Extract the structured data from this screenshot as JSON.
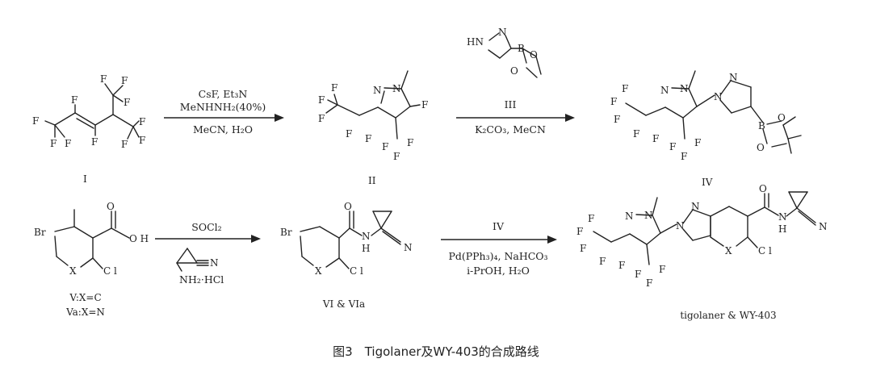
{
  "figure": {
    "caption": "图3　Tigolaner及WY-403的合成路线"
  },
  "compounds": {
    "I": "I",
    "II": "II",
    "IV": "IV",
    "V_line1": "V:X=C",
    "V_line2": "Va:X=N",
    "VI": "VI & VIa",
    "final": "tigolaner & WY-403"
  },
  "steps": {
    "step1": {
      "line1": "CsF, Et₃N",
      "line2": "MeNHNH₂(40%)",
      "line3": "MeCN, H₂O"
    },
    "step2": {
      "reagent_label": "III",
      "line1": "K₂CO₃, MeCN"
    },
    "step3": {
      "line1": "SOCl₂",
      "amine_label": "NH₂·HCl"
    },
    "step4": {
      "reagent_label": "IV",
      "line1": "Pd(PPh₃)₄, NaHCO₃",
      "line2": "i-PrOH, H₂O"
    }
  },
  "atoms": {
    "F": "F",
    "N": "N",
    "HN": "HN",
    "B": "B",
    "O": "O",
    "OH": "O H",
    "Br": "Br",
    "Cl": "C l",
    "X": "X",
    "H": "H"
  }
}
